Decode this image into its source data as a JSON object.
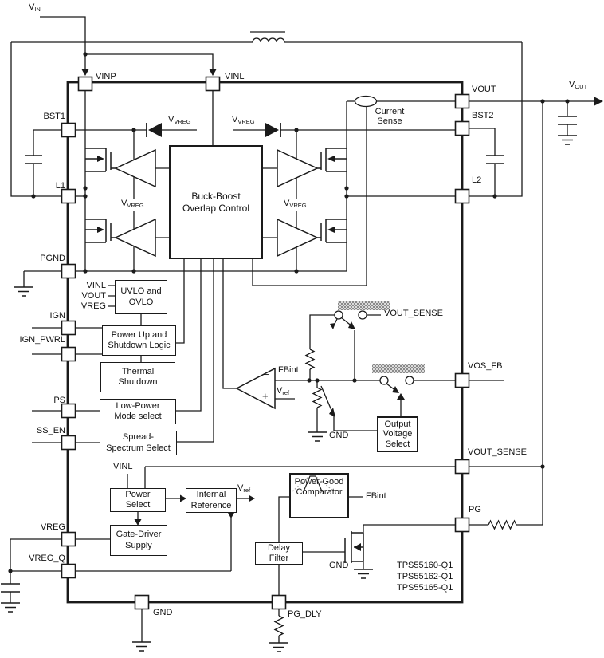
{
  "labels": {
    "vin": {
      "base": "V",
      "sub": "IN"
    },
    "vout_ext": {
      "base": "V",
      "sub": "OUT"
    },
    "vvreg": {
      "base": "V",
      "sub": "VREG"
    },
    "vref": {
      "base": "V",
      "sub": "ref"
    },
    "current_sense": "Current\nSense",
    "fbint": "FBint",
    "gnd": "GND",
    "vinl_net": "VINL",
    "vout_sense_net": "VOUT_SENSE",
    "minus": "−",
    "plus": "+"
  },
  "pins": {
    "vinp": "VINP",
    "vinl": "VINL",
    "bst1": "BST1",
    "l1": "L1",
    "pgnd": "PGND",
    "ign": "IGN",
    "ign_pwrl": "IGN_PWRL",
    "ps": "PS",
    "ss_en": "SS_EN",
    "vreg": "VREG",
    "vreg_q": "VREG_Q",
    "vout": "VOUT",
    "bst2": "BST2",
    "l2": "L2",
    "vos_fb": "VOS_FB",
    "vout_sense": "VOUT_SENSE",
    "pg": "PG",
    "gnd": "GND",
    "pg_dly": "PG_DLY"
  },
  "uvlo_inputs": {
    "a": "VINL",
    "b": "VOUT",
    "c": "VREG"
  },
  "blocks": {
    "buck_boost": "Buck-Boost\nOverlap Control",
    "uvlo": "UVLO and\nOVLO",
    "power_up": "Power Up and\nShutdown Logic",
    "thermal": "Thermal\nShutdown",
    "low_power": "Low-Power\nMode select",
    "spread": "Spread-\nSpectrum Select",
    "power_select": "Power\nSelect",
    "internal_ref": "Internal\nReference",
    "gate_driver": "Gate-Driver\nSupply",
    "delay_filter": "Delay\nFilter",
    "pg_comp": "Power-Good\nComparator",
    "ovs": "Output\nVoltage\nSelect"
  },
  "part_numbers": {
    "p1": "TPS55160-Q1",
    "p2": "TPS55162-Q1",
    "p3": "TPS55165-Q1"
  },
  "colors": {
    "line": "#1a1a1a",
    "background": "#ffffff",
    "hatch": "#8a8a8a"
  }
}
